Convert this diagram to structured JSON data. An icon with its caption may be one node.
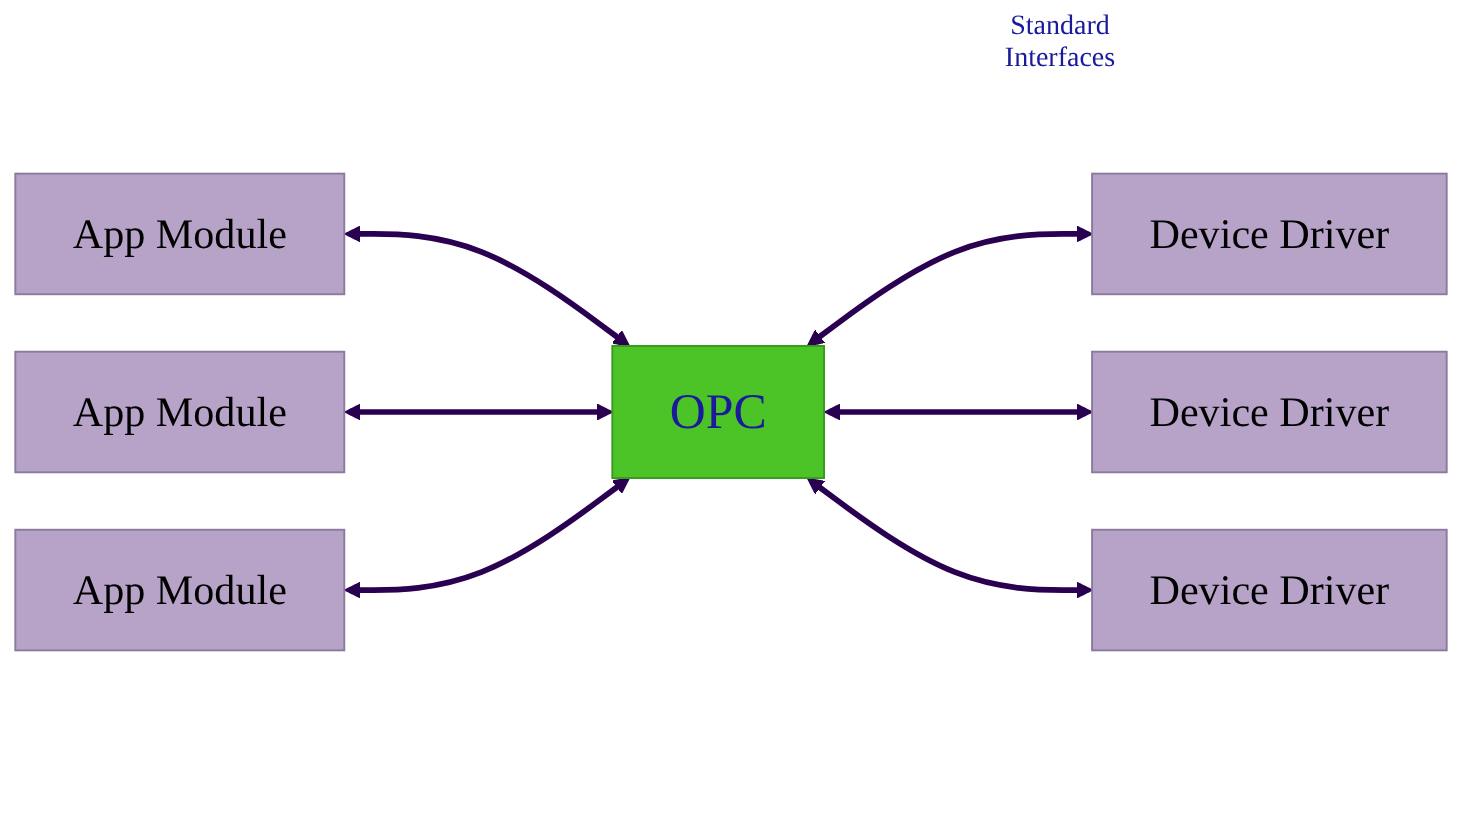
{
  "diagram": {
    "nodes": [
      {
        "text": [
          "App Module"
        ]
      },
      {
        "text": [
          "App Module"
        ]
      },
      {
        "text": [
          "App Module"
        ]
      },
      {
        "text": [
          "OPC"
        ]
      },
      {
        "text": [
          "Device Driver"
        ]
      },
      {
        "text": [
          "Device Driver"
        ]
      },
      {
        "text": [
          "Device Driver"
        ]
      }
    ],
    "edges": [
      {
        "from": 0,
        "to": 3,
        "arrow": "both"
      },
      {
        "from": 1,
        "to": 3,
        "arrow": "both"
      },
      {
        "from": 2,
        "to": 3,
        "arrow": "both"
      },
      {
        "from": 3,
        "to": 4,
        "arrow": "both"
      },
      {
        "from": 3,
        "to": 5,
        "arrow": "both"
      },
      {
        "from": 3,
        "to": 6,
        "arrow": "both"
      }
    ],
    "labels": [
      "Standard Interfaces"
    ]
  }
}
